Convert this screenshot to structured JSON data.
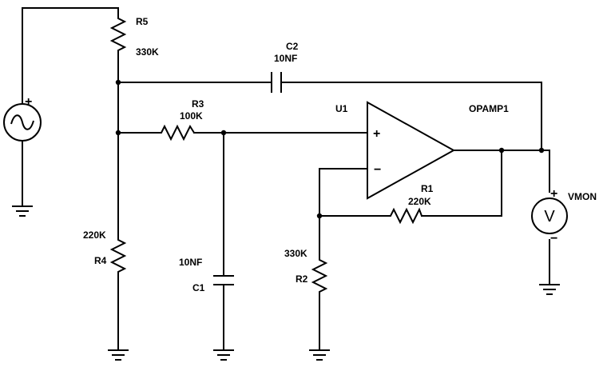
{
  "components": {
    "R5": {
      "ref": "R5",
      "value": "330K"
    },
    "C2": {
      "ref": "C2",
      "value": "10NF"
    },
    "R3": {
      "ref": "R3",
      "value": "100K"
    },
    "U1": {
      "ref": "U1",
      "name": "OPAMP1",
      "plus": "+",
      "minus": "−"
    },
    "R4": {
      "ref": "R4",
      "value": "220K"
    },
    "C1": {
      "ref": "C1",
      "value": "10NF"
    },
    "R1": {
      "ref": "R1",
      "value": "220K"
    },
    "R2": {
      "ref": "R2",
      "value": "330K"
    },
    "VMON": {
      "ref": "VMON",
      "symbol": "V",
      "plus": "+",
      "minus": "−"
    },
    "source": {
      "plus": "+"
    }
  }
}
